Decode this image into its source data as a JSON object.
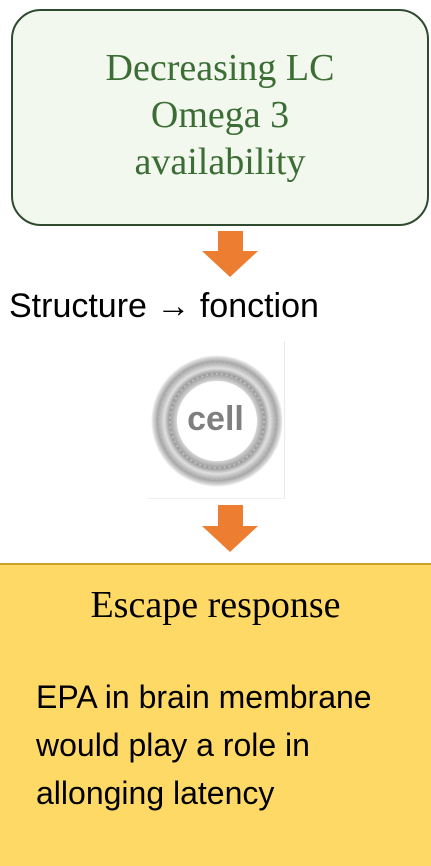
{
  "top_box": {
    "text": "Decreasing LC\nOmega 3\navailability"
  },
  "middle": {
    "structure_text": "Structure → fonction",
    "cell_label": "cell"
  },
  "bottom_box": {
    "title": "Escape response",
    "body": "EPA in brain membrane\nwould play a role in\nallonging latency"
  },
  "colors": {
    "arrow": "#ed7d31",
    "top_box_fill": "#f3f8ef",
    "top_box_text": "#3b6d34",
    "bottom_box_fill": "#ffd966"
  }
}
